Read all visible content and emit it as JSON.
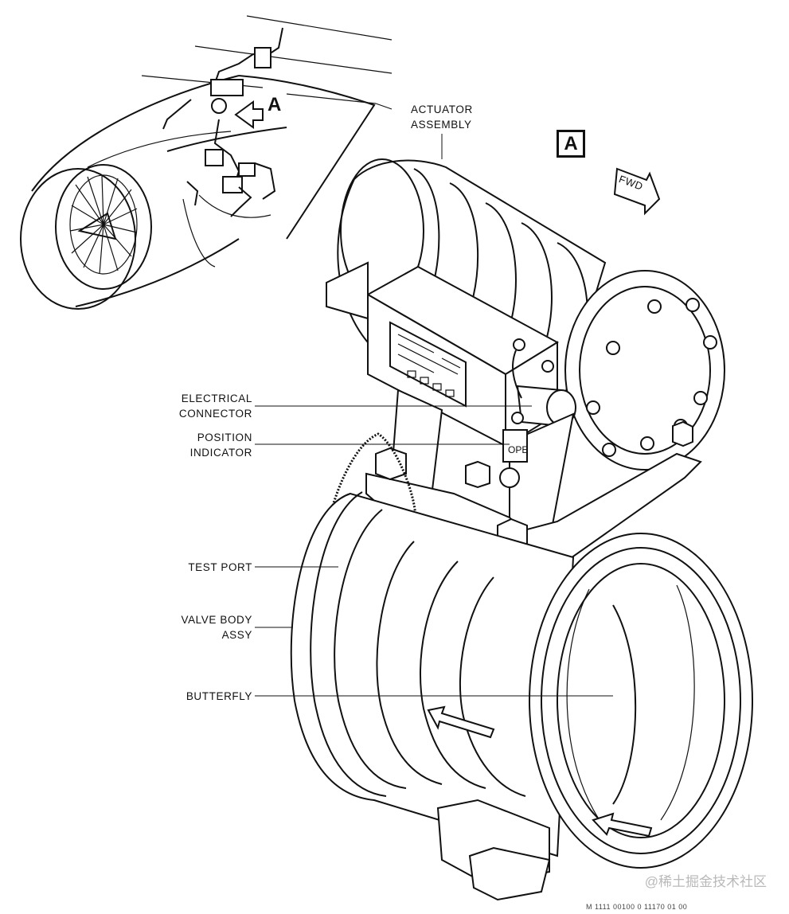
{
  "callouts": {
    "actuator": [
      "ACTUATOR",
      "ASSEMBLY"
    ],
    "electrical": [
      "ELECTRICAL",
      "CONNECTOR"
    ],
    "position": [
      "POSITION",
      "INDICATOR"
    ],
    "test_port": "TEST PORT",
    "valve_body": [
      "VALVE BODY",
      "ASSY"
    ],
    "butterfly": "BUTTERFLY"
  },
  "view_letter": "A",
  "view_box_letter": "A",
  "fwd_label": "FWD",
  "position_mark": "OPE",
  "watermark": "@稀土掘金技术社区",
  "footer_code": "M 1111 00100 0 11170 01 00"
}
